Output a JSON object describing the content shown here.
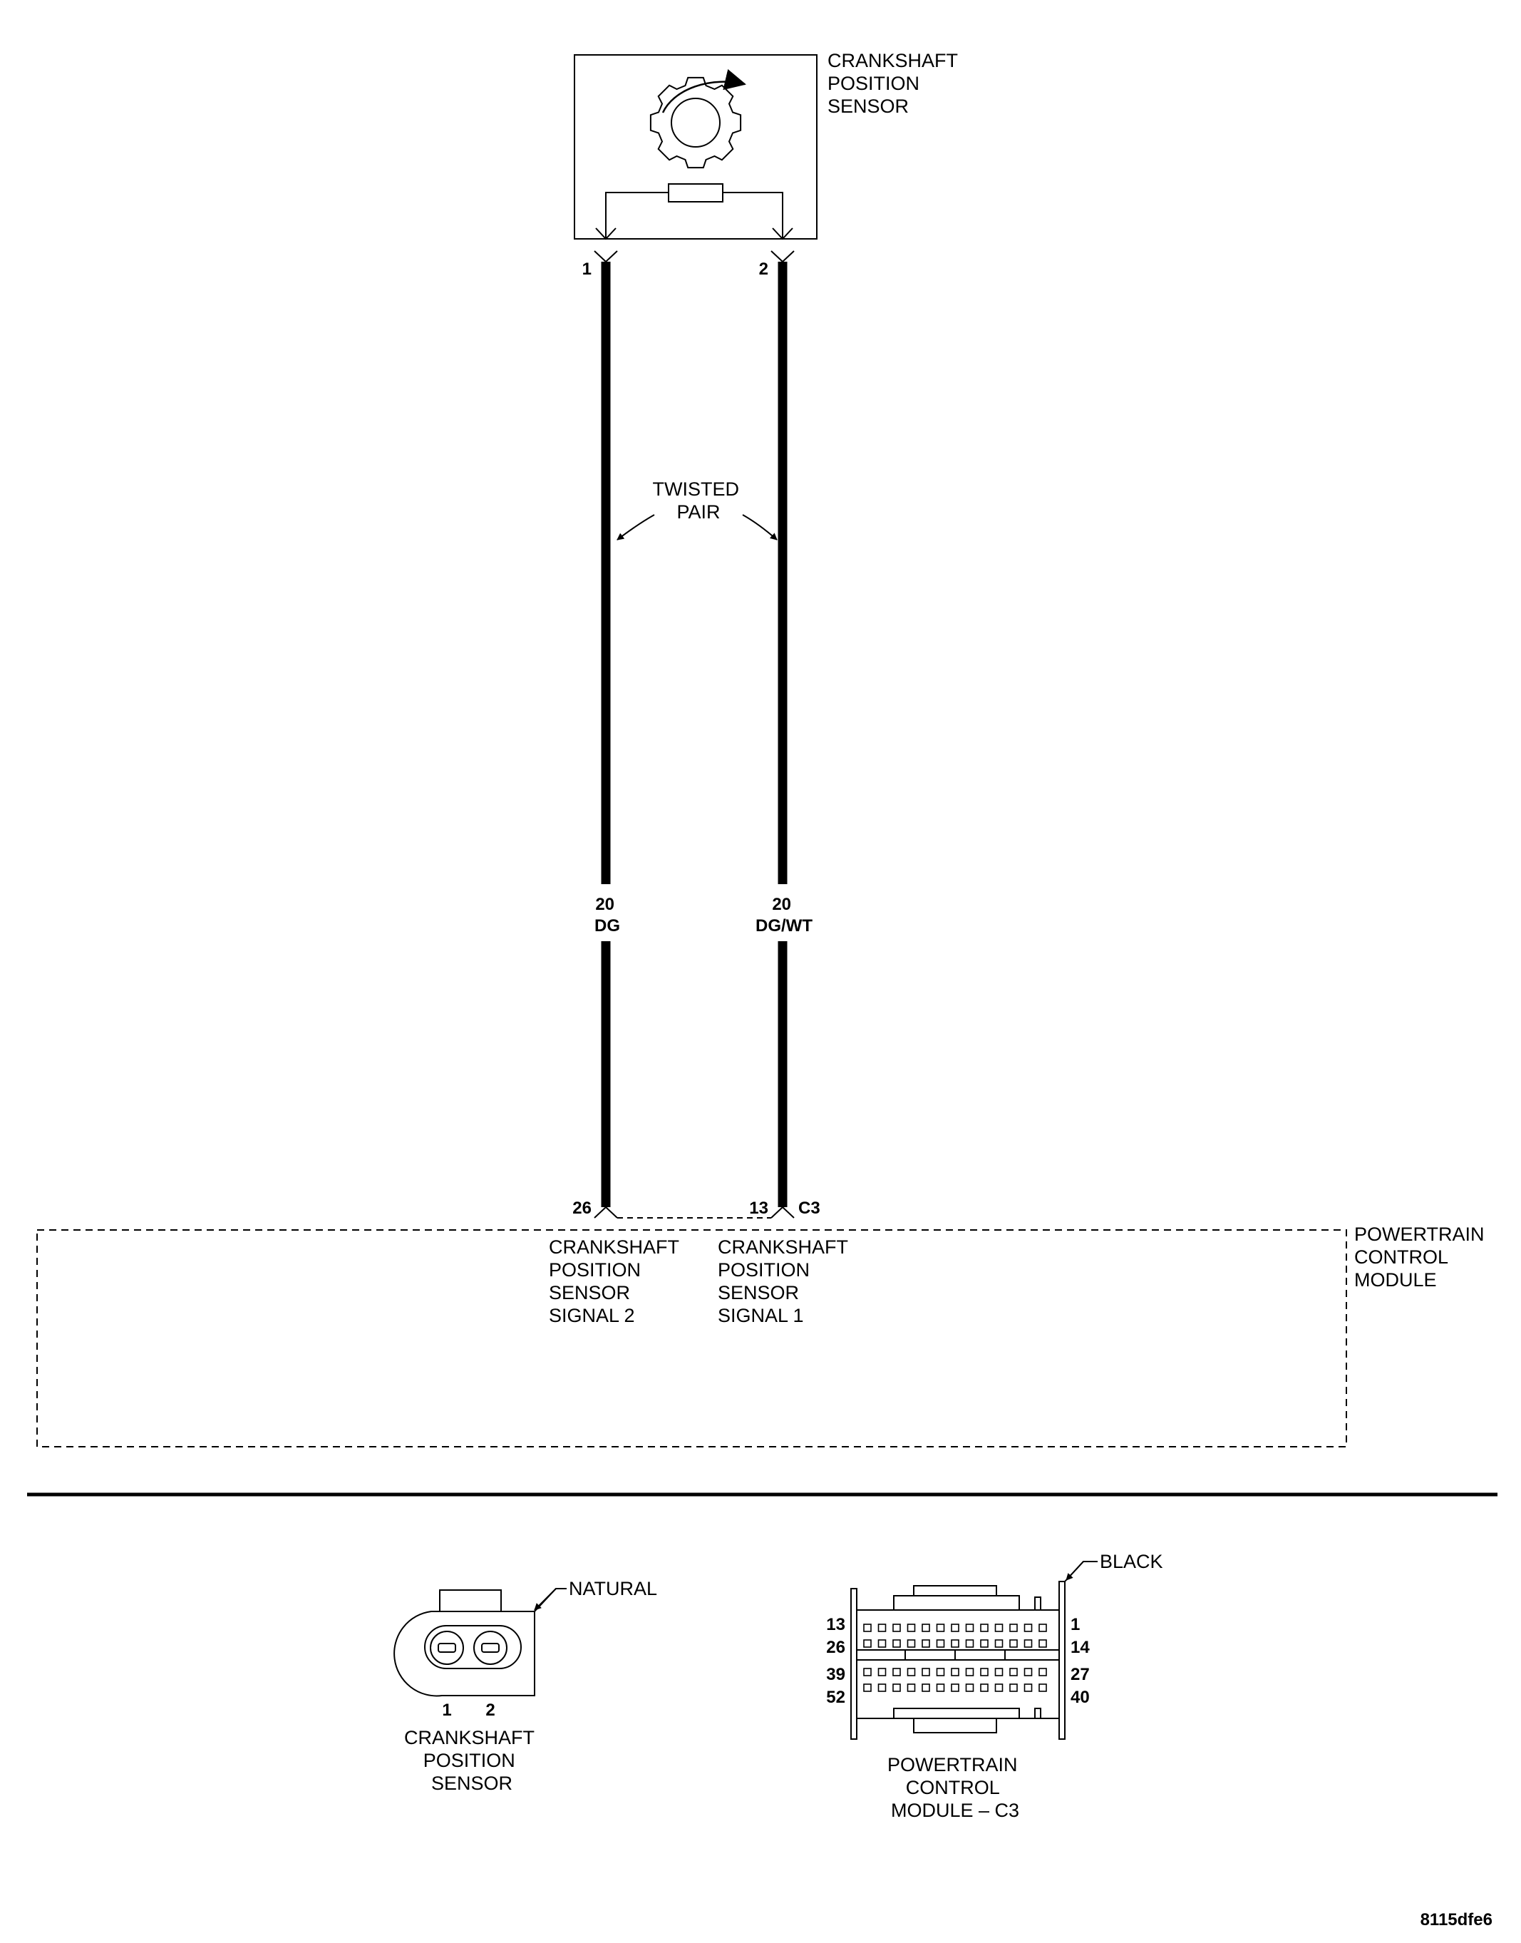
{
  "sensor": {
    "label": [
      "CRANKSHAFT",
      "POSITION",
      "SENSOR"
    ],
    "pin_left": "1",
    "pin_right": "2"
  },
  "twisted_pair": [
    "TWISTED",
    "PAIR"
  ],
  "wire_left": {
    "gauge": "20",
    "color": "DG"
  },
  "wire_right": {
    "gauge": "20",
    "color": "DG/WT"
  },
  "pcm": {
    "pin_left": "26",
    "pin_right": "13",
    "connector": "C3",
    "label": [
      "POWERTRAIN",
      "CONTROL",
      "MODULE"
    ],
    "signal2_label": [
      "CRANKSHAFT",
      "POSITION",
      "SENSOR",
      "SIGNAL 2"
    ],
    "signal1_label": [
      "CRANKSHAFT",
      "POSITION",
      "SENSOR",
      "SIGNAL 1"
    ]
  },
  "sensor_connector": {
    "color": "NATURAL",
    "pins": [
      "1",
      "2"
    ],
    "label": [
      "CRANKSHAFT",
      "POSITION",
      "SENSOR"
    ]
  },
  "pcm_connector": {
    "color": "BLACK",
    "left_pins": [
      "13",
      "26",
      "39",
      "52"
    ],
    "right_pins": [
      "1",
      "14",
      "27",
      "40"
    ],
    "label": [
      "POWERTRAIN",
      "CONTROL",
      "MODULE – C3"
    ]
  },
  "figure_id": "8115dfe6"
}
